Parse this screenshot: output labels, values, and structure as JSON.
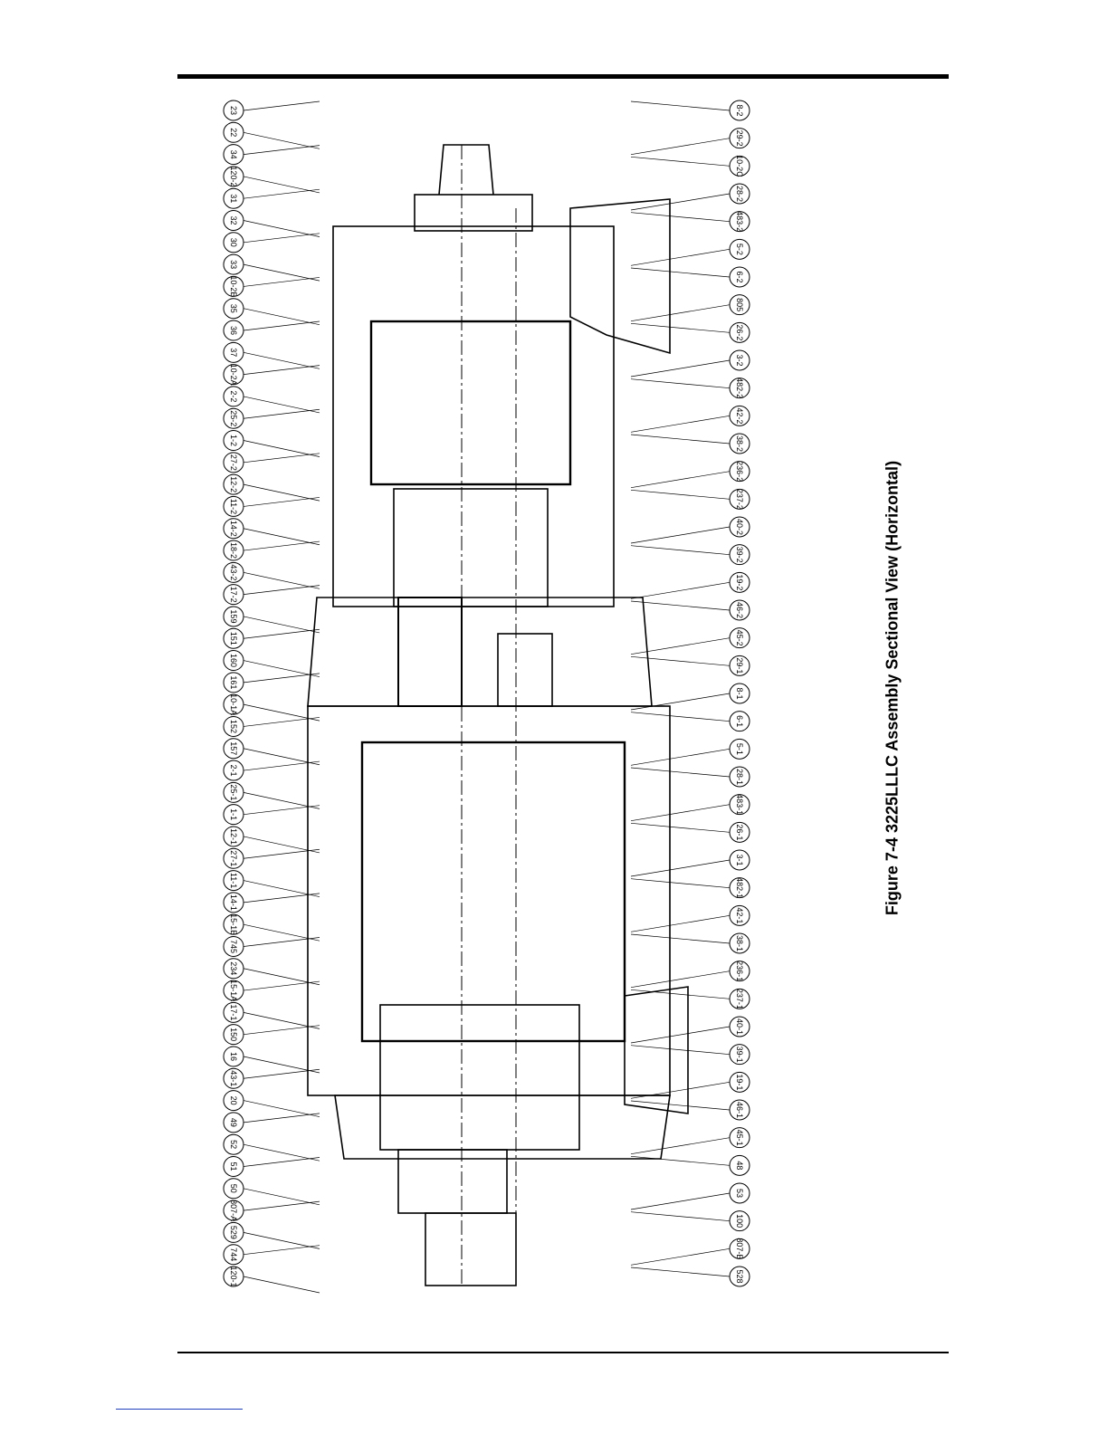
{
  "caption": "Figure 7-4 3225LLLC Assembly Sectional View (Horizontal)",
  "left_callouts": [
    "23",
    "22",
    "34",
    "120-2",
    "31",
    "32",
    "30",
    "33",
    "10-2B",
    "35",
    "36",
    "37",
    "10-2A",
    "2-2",
    "25-2",
    "1-2",
    "27-2",
    "12-2",
    "11-2",
    "14-2",
    "18-2",
    "43-2",
    "17-2",
    "159",
    "151",
    "160",
    "161",
    "10-1A",
    "152",
    "157",
    "2-1",
    "25-1",
    "1-1",
    "12-1",
    "27-1",
    "11-1",
    "14-1",
    "15-1B",
    "745",
    "234",
    "15-1A",
    "17-1",
    "150",
    "16",
    "43-1",
    "20",
    "49",
    "52",
    "51",
    "50",
    "807-A",
    "529",
    "744",
    "120-1"
  ],
  "right_callouts": [
    "8-2",
    "29-2",
    "10-2C",
    "28-2",
    "483-2",
    "5-2",
    "6-2",
    "805",
    "26-2",
    "3-2",
    "482-2",
    "42-2",
    "38-2",
    "236-2",
    "237-2",
    "40-2",
    "39-2",
    "19-2",
    "46-2",
    "45-2",
    "29-1",
    "8-1",
    "6-1",
    "5-1",
    "28-1",
    "483-1",
    "26-1",
    "3-1",
    "482-1",
    "42-1",
    "38-1",
    "236-1",
    "237-1",
    "40-1",
    "39-1",
    "19-1",
    "46-1",
    "45-1",
    "48",
    "53",
    "100",
    "807-B",
    "528"
  ]
}
